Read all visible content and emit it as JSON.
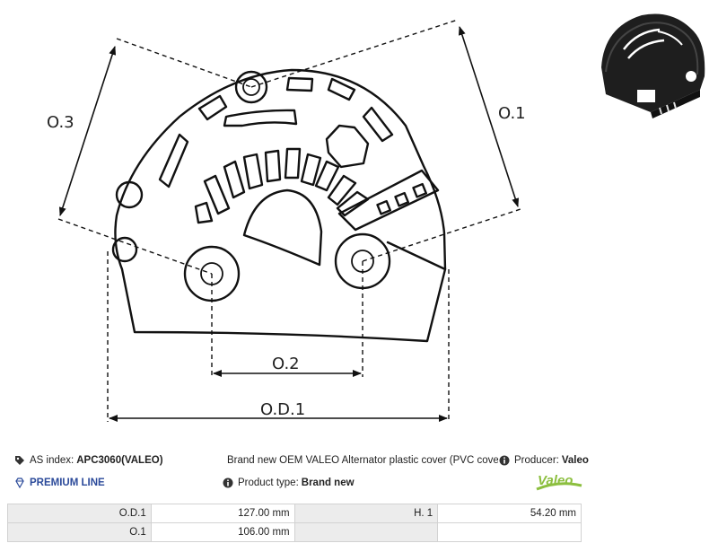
{
  "diagram": {
    "labels": {
      "o3": "O.3",
      "o1": "O.1",
      "o2": "O.2",
      "od1": "O.D.1"
    }
  },
  "thumbnail": {
    "alt_icon": "product-photo-cover"
  },
  "info": {
    "index_label": "AS index:",
    "index_value": "APC3060(VALEO)",
    "premium": "PREMIUM LINE",
    "description": "Brand new OEM VALEO Alternator plastic cover (PVC cover)",
    "producer_label": "Producer:",
    "producer_value": "Valeo",
    "product_type_label": "Product type:",
    "product_type_value": "Brand new",
    "brand_logo_text": "Valeo"
  },
  "specs": {
    "rows": [
      {
        "label1": "O.D.1",
        "value1": "127.00 mm",
        "label2": "H. 1",
        "value2": "54.20 mm"
      },
      {
        "label1": "O.1",
        "value1": "106.00 mm",
        "label2": "",
        "value2": ""
      }
    ]
  },
  "colors": {
    "premium": "#2b4a9a",
    "logo_green": "#8cbf3f",
    "logo_blue": "#2a4f9c"
  }
}
